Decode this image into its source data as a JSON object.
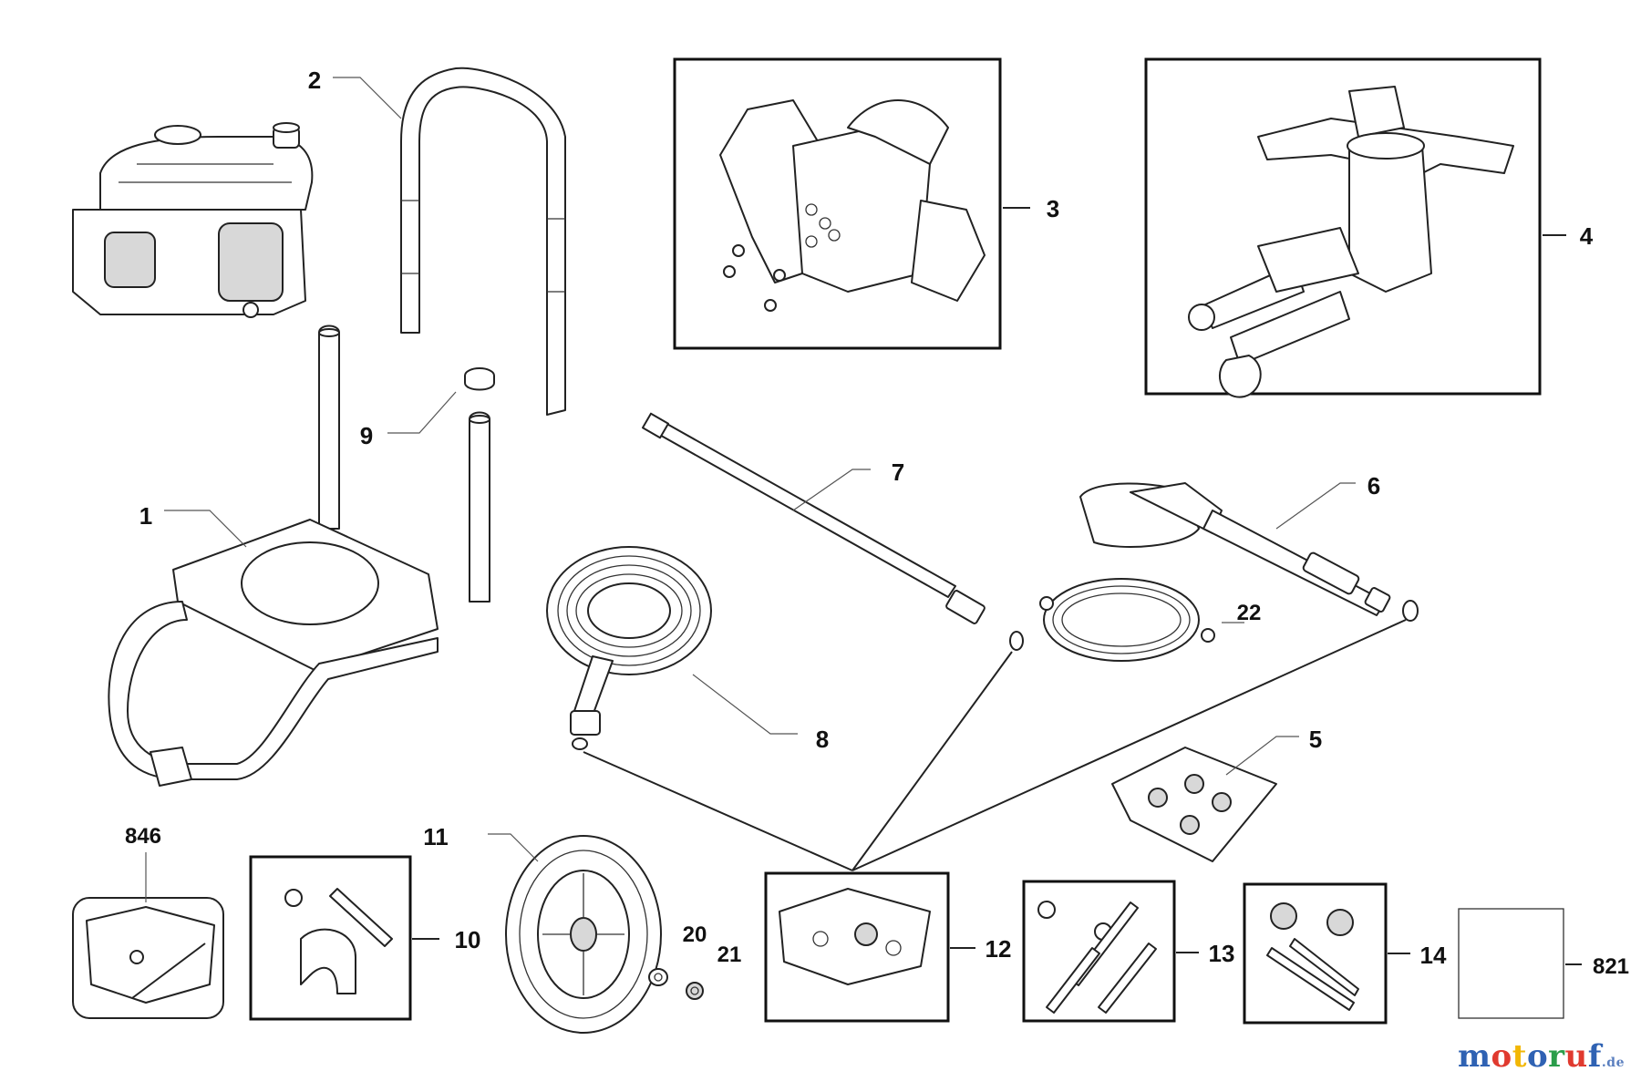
{
  "labels": {
    "l1": "1",
    "l2": "2",
    "l3": "3",
    "l4": "4",
    "l5": "5",
    "l6": "6",
    "l7": "7",
    "l8": "8",
    "l9": "9",
    "l10": "10",
    "l11": "11",
    "l12": "12",
    "l13": "13",
    "l14": "14",
    "l20": "20",
    "l21": "21",
    "l22": "22",
    "l821": "821",
    "l846": "846"
  },
  "watermark": {
    "colored_letters": [
      "m",
      "o",
      "t",
      "o",
      "r",
      "u",
      "f"
    ],
    "letter_colors": [
      "#2f62b3",
      "#e03a2f",
      "#f2b705",
      "#2f62b3",
      "#2a9d4a",
      "#e03a2f",
      "#2f62b3"
    ],
    "tld": ".de"
  }
}
